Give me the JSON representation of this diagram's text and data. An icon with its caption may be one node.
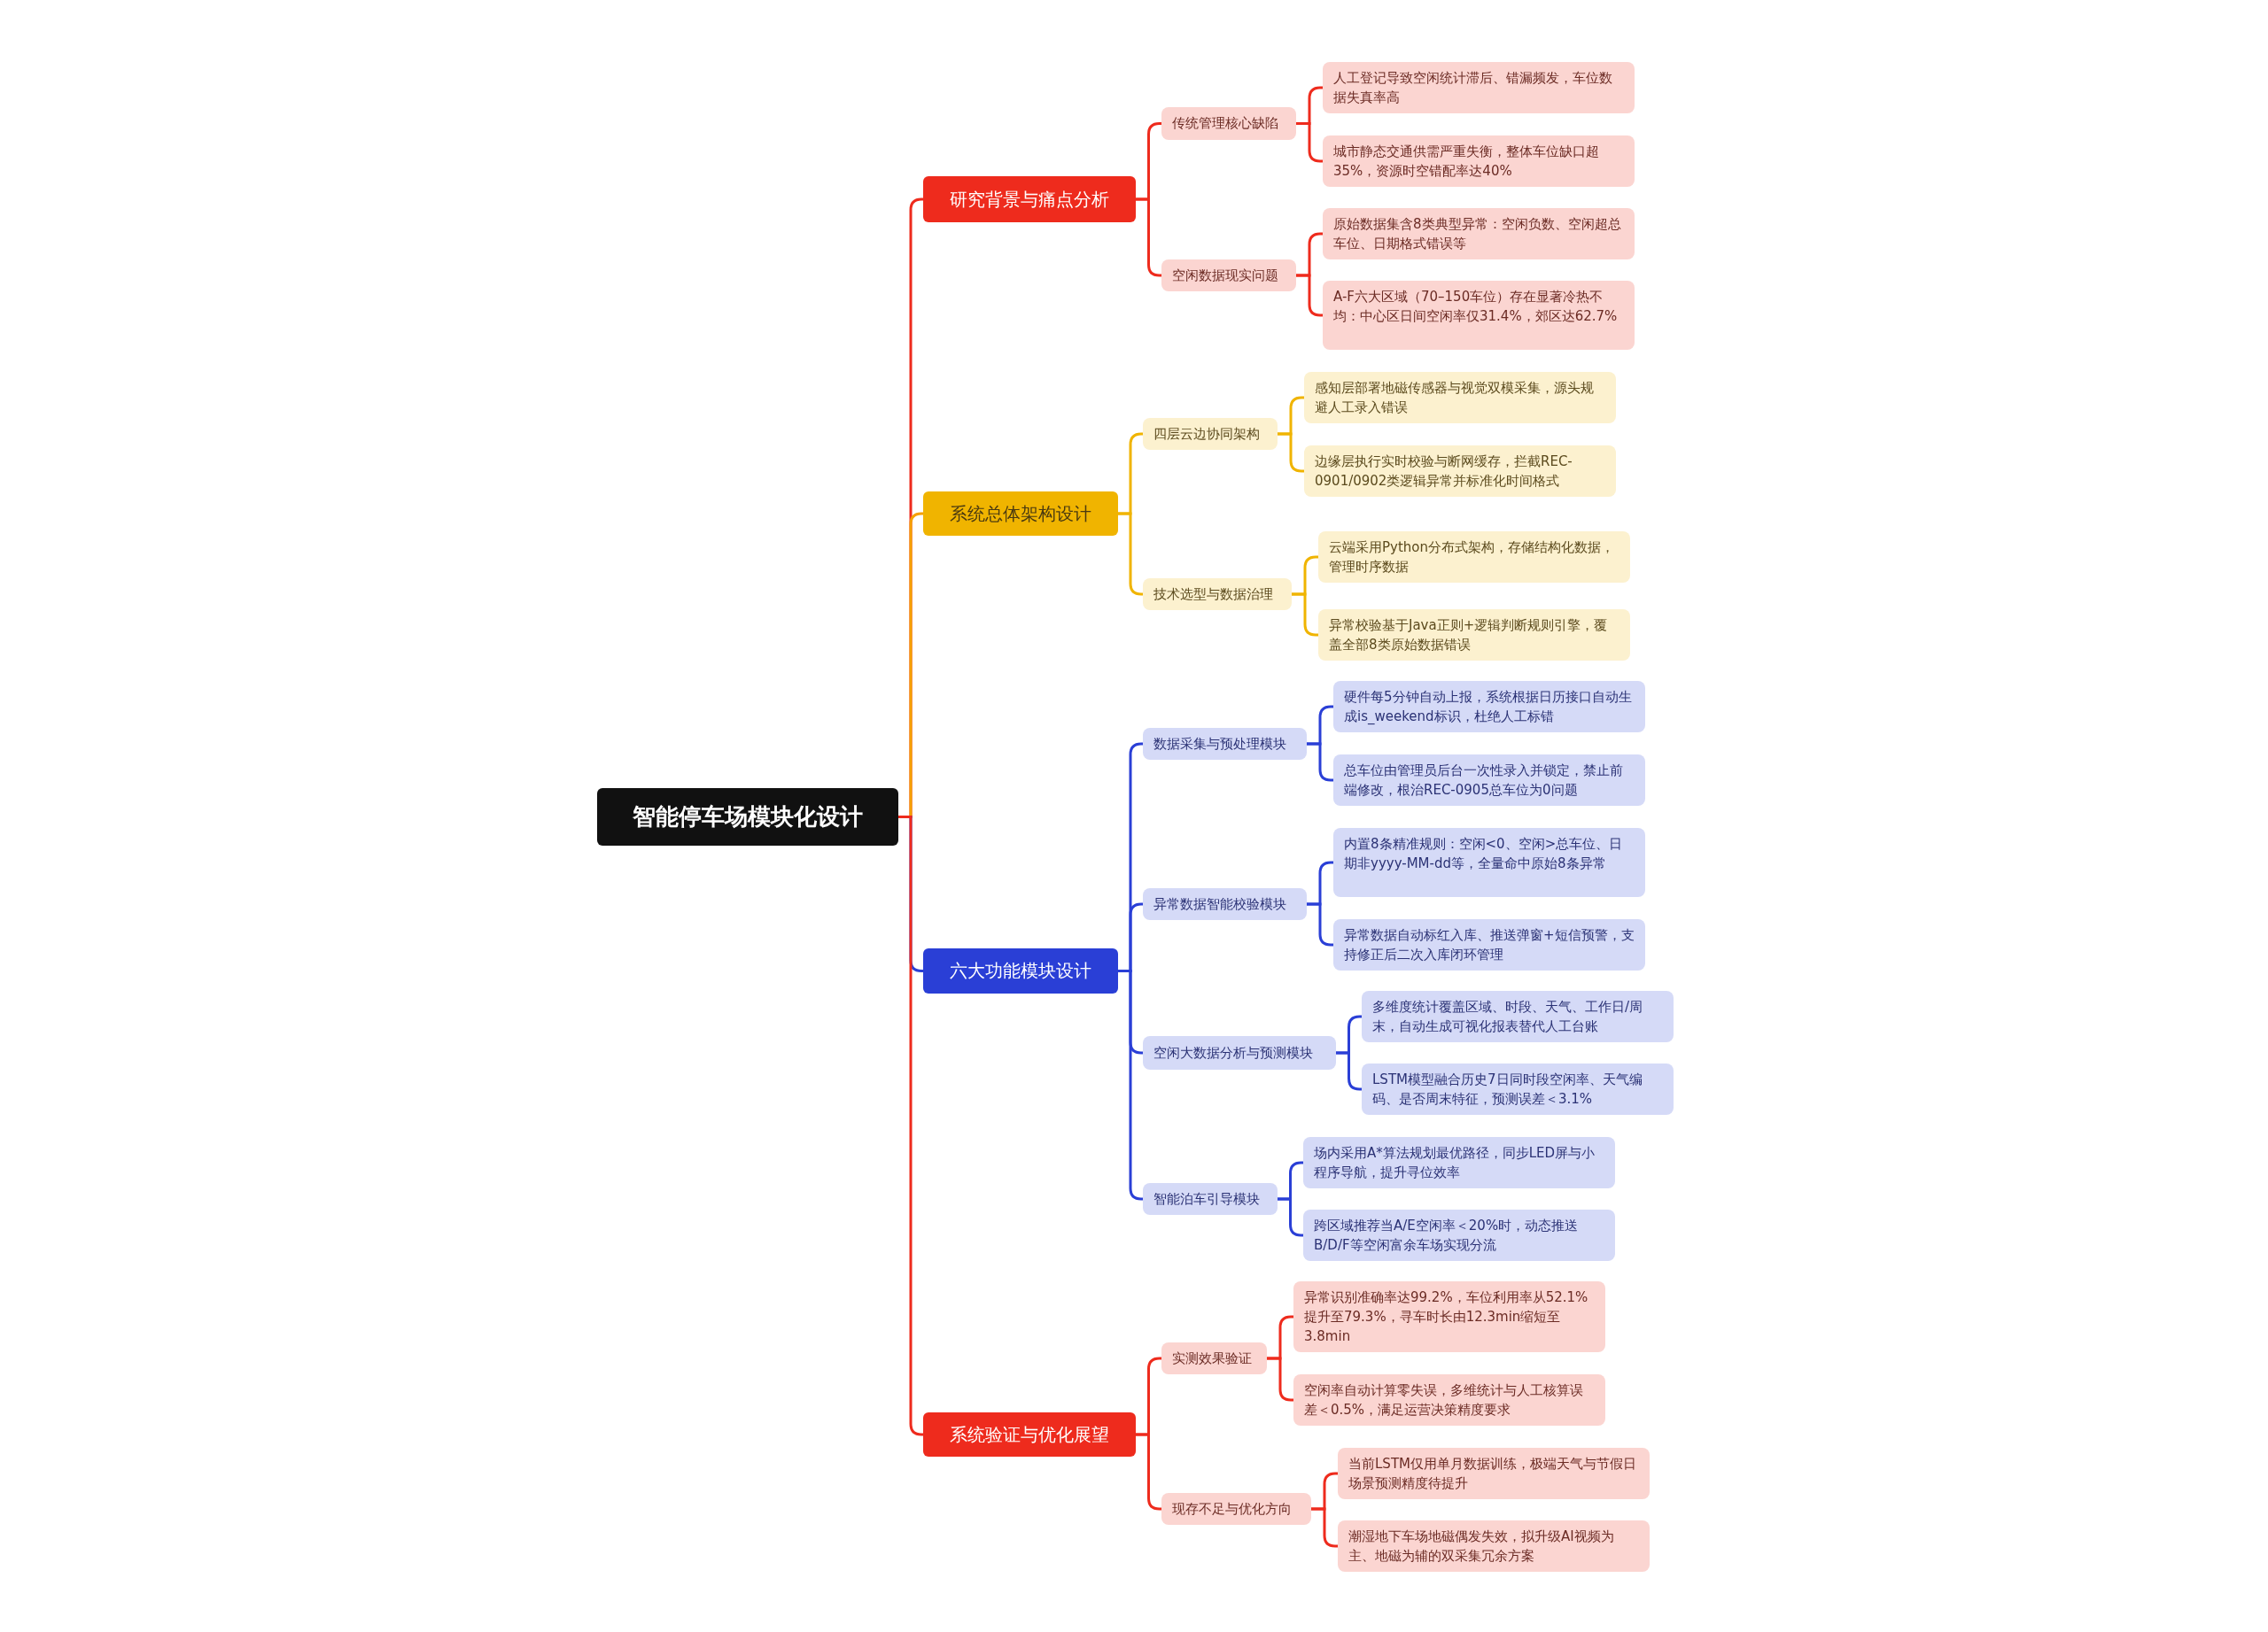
{
  "diagram": {
    "nodes": [
      {
        "text": [
          "智能停车场模块化设计"
        ]
      },
      {
        "text": [
          "研究背景与痛点分析"
        ]
      },
      {
        "text": [
          "传统管理核心缺陷"
        ]
      },
      {
        "text": [
          "人工登记导致空闲统计滞后、错漏频发，车位数据失真率高"
        ]
      },
      {
        "text": [
          "城市静态交通供需严重失衡，整体车位缺口超35%，资源时空错配率达40%"
        ]
      },
      {
        "text": [
          "空闲数据现实问题"
        ]
      },
      {
        "text": [
          "原始数据集含8类典型异常：空闲负数、空闲超总车位、日期格式错误等"
        ]
      },
      {
        "text": [
          "A-F六大区域（70–150车位）存在显著冷热不均：中心区日间空闲率仅31.4%，郊区达62.7%"
        ]
      },
      {
        "text": [
          "系统总体架构设计"
        ]
      },
      {
        "text": [
          "四层云边协同架构"
        ]
      },
      {
        "text": [
          "感知层部署地磁传感器与视觉双模采集，源头规避人工录入错误"
        ]
      },
      {
        "text": [
          "边缘层执行实时校验与断网缓存，拦截REC-0901/0902类逻辑异常并标准化时间格式"
        ]
      },
      {
        "text": [
          "技术选型与数据治理"
        ]
      },
      {
        "text": [
          "云端采用Python分布式架构，存储结构化数据，管理时序数据"
        ]
      },
      {
        "text": [
          "异常校验基于Java正则+逻辑判断规则引擎，覆盖全部8类原始数据错误"
        ]
      },
      {
        "text": [
          "六大功能模块设计"
        ]
      },
      {
        "text": [
          "数据采集与预处理模块"
        ]
      },
      {
        "text": [
          "硬件每5分钟自动上报，系统根据日历接口自动生成is_weekend标识，杜绝人工标错"
        ]
      },
      {
        "text": [
          "总车位由管理员后台一次性录入并锁定，禁止前端修改，根治REC-0905总车位为0问题"
        ]
      },
      {
        "text": [
          "异常数据智能校验模块"
        ]
      },
      {
        "text": [
          "内置8条精准规则：空闲<0、空闲>总车位、日期非yyyy-MM-dd等，全量命中原始8条异常"
        ]
      },
      {
        "text": [
          "异常数据自动标红入库、推送弹窗+短信预警，支持修正后二次入库闭环管理"
        ]
      },
      {
        "text": [
          "空闲大数据分析与预测模块"
        ]
      },
      {
        "text": [
          "多维度统计覆盖区域、时段、天气、工作日/周末，自动生成可视化报表替代人工台账"
        ]
      },
      {
        "text": [
          "LSTM模型融合历史7日同时段空闲率、天气编码、是否周末特征，预测误差＜3.1%"
        ]
      },
      {
        "text": [
          "智能泊车引导模块"
        ]
      },
      {
        "text": [
          "场内采用A*算法规划最优路径，同步LED屏与小程序导航，提升寻位效率"
        ]
      },
      {
        "text": [
          "跨区域推荐当A/E空闲率＜20%时，动态推送B/D/F等空闲富余车场实现分流"
        ]
      },
      {
        "text": [
          "系统验证与优化展望"
        ]
      },
      {
        "text": [
          "实测效果验证"
        ]
      },
      {
        "text": [
          "异常识别准确率达99.2%，车位利用率从52.1%提升至79.3%，寻车时长由12.3min缩短至3.8min"
        ]
      },
      {
        "text": [
          "空闲率自动计算零失误，多维统计与人工核算误差＜0.5%，满足运营决策精度要求"
        ]
      },
      {
        "text": [
          "现存不足与优化方向"
        ]
      },
      {
        "text": [
          "当前LSTM仅用单月数据训练，极端天气与节假日场景预测精度待提升"
        ]
      },
      {
        "text": [
          "潮湿地下车场地磁偶发失效，拟升级AI视频为主、地磁为辅的双采集冗余方案"
        ]
      }
    ],
    "edges": [
      {
        "from": 0,
        "to": 1,
        "arrow": "none"
      },
      {
        "from": 1,
        "to": 2,
        "arrow": "none"
      },
      {
        "from": 2,
        "to": 3,
        "arrow": "none"
      },
      {
        "from": 2,
        "to": 4,
        "arrow": "none"
      },
      {
        "from": 1,
        "to": 5,
        "arrow": "none"
      },
      {
        "from": 5,
        "to": 6,
        "arrow": "none"
      },
      {
        "from": 5,
        "to": 7,
        "arrow": "none"
      },
      {
        "from": 0,
        "to": 8,
        "arrow": "none",
        "color": "#f5a000"
      },
      {
        "from": 8,
        "to": 9,
        "arrow": "none",
        "color": "#f0b400"
      },
      {
        "from": 9,
        "to": 10,
        "arrow": "none",
        "color": "#f0b400"
      },
      {
        "from": 9,
        "to": 11,
        "arrow": "none",
        "color": "#f0b400"
      },
      {
        "from": 8,
        "to": 12,
        "arrow": "none",
        "color": "#f0b400"
      },
      {
        "from": 12,
        "to": 13,
        "arrow": "none",
        "color": "#f0b400"
      },
      {
        "from": 12,
        "to": 14,
        "arrow": "none",
        "color": "#f0b400"
      },
      {
        "from": 0,
        "to": 15,
        "arrow": "none",
        "color": "#2a3fd6"
      },
      {
        "from": 15,
        "to": 16,
        "arrow": "none",
        "color": "#2a3fd6"
      },
      {
        "from": 16,
        "to": 17,
        "arrow": "none",
        "color": "#2a3fd6"
      },
      {
        "from": 16,
        "to": 18,
        "arrow": "none",
        "color": "#2a3fd6"
      },
      {
        "from": 15,
        "to": 19,
        "arrow": "none",
        "color": "#2a3fd6"
      },
      {
        "from": 19,
        "to": 20,
        "arrow": "none",
        "color": "#2a3fd6"
      },
      {
        "from": 19,
        "to": 21,
        "arrow": "none",
        "color": "#2a3fd6"
      },
      {
        "from": 15,
        "to": 22,
        "arrow": "none",
        "color": "#2a3fd6"
      },
      {
        "from": 22,
        "to": 23,
        "arrow": "none",
        "color": "#2a3fd6"
      },
      {
        "from": 22,
        "to": 24,
        "arrow": "none",
        "color": "#2a3fd6"
      },
      {
        "from": 15,
        "to": 25,
        "arrow": "none",
        "color": "#2a3fd6"
      },
      {
        "from": 25,
        "to": 26,
        "arrow": "none",
        "color": "#2a3fd6"
      },
      {
        "from": 25,
        "to": 27,
        "arrow": "none",
        "color": "#2a3fd6"
      },
      {
        "from": 0,
        "to": 28,
        "arrow": "none"
      },
      {
        "from": 28,
        "to": 29,
        "arrow": "none"
      },
      {
        "from": 29,
        "to": 30,
        "arrow": "none"
      },
      {
        "from": 29,
        "to": 31,
        "arrow": "none"
      },
      {
        "from": 28,
        "to": 32,
        "arrow": "none"
      },
      {
        "from": 32,
        "to": 33,
        "arrow": "none"
      },
      {
        "from": 32,
        "to": 34,
        "arrow": "none"
      }
    ]
  }
}
